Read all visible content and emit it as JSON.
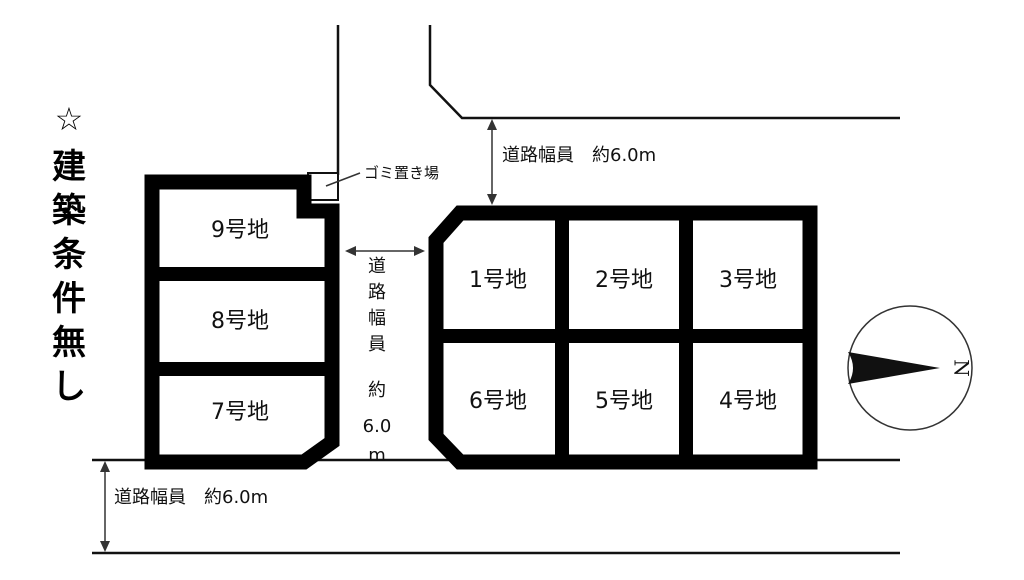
{
  "side_note": {
    "star": "☆",
    "text_chars": [
      "建",
      "築",
      "条",
      "件",
      "無",
      "し"
    ]
  },
  "roads": {
    "top_right": "道路幅員　約6.0m",
    "bottom": "道路幅員　約6.0m",
    "middle_chars": [
      "道",
      "路",
      "幅",
      "員"
    ],
    "middle_approx": "約",
    "middle_value": "6.0",
    "middle_unit": "m"
  },
  "garbage_label": "ゴミ置き場",
  "lots": {
    "lot1": "1号地",
    "lot2": "2号地",
    "lot3": "3号地",
    "lot4": "4号地",
    "lot5": "5号地",
    "lot6": "6号地",
    "lot7": "7号地",
    "lot8": "8号地",
    "lot9": "9号地"
  },
  "compass": {
    "label": "N"
  }
}
